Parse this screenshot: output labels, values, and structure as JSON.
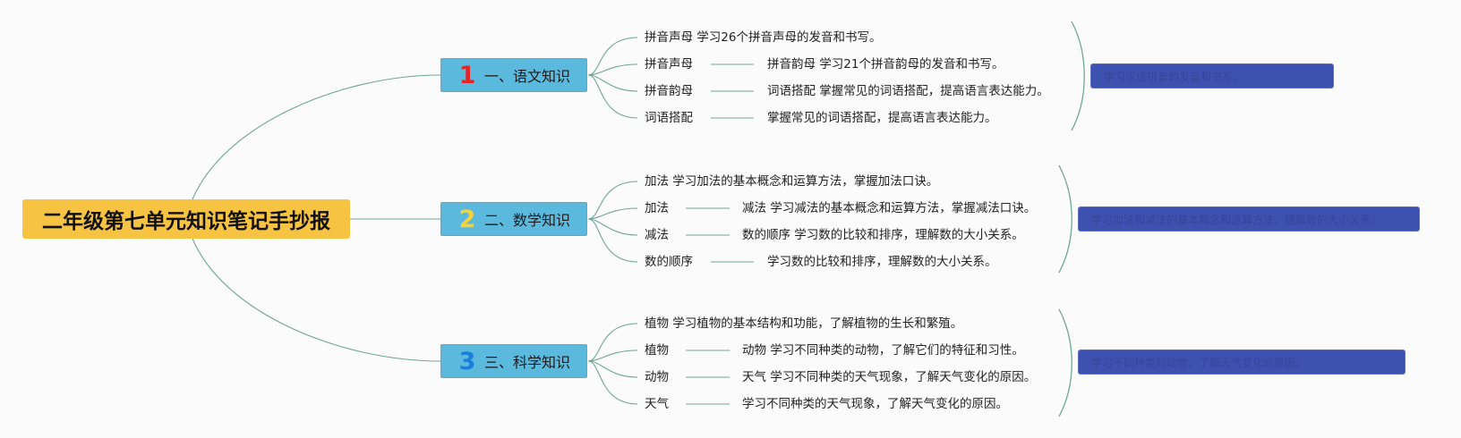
{
  "root": {
    "label": "二年级第七单元知识笔记手抄报"
  },
  "branches": [
    {
      "number": "1",
      "number_color": "#e0262b",
      "label": "一、语文知识",
      "items": [
        "拼音声母 学习26个拼音声母的发音和书写。",
        "拼音声母",
        "拼音韵母",
        "词语搭配"
      ],
      "details": [
        "拼音韵母 学习21个拼音韵母的发音和书写。",
        "词语搭配 掌握常见的词语搭配，提高语言表达能力。",
        "掌握常见的词语搭配，提高语言表达能力。"
      ],
      "summary": "学习汉语拼音的发音和书写。"
    },
    {
      "number": "2",
      "number_color": "#f3d33c",
      "label": "二、数学知识",
      "items": [
        "加法 学习加法的基本概念和运算方法，掌握加法口诀。",
        "加法",
        "减法",
        "数的顺序"
      ],
      "details": [
        "减法 学习减法的基本概念和运算方法，掌握减法口诀。",
        "数的顺序 学习数的比较和排序，理解数的大小关系。",
        "学习数的比较和排序，理解数的大小关系。"
      ],
      "summary": "学习加法和减法的基本概念和运算方法，理解数的大小关系。"
    },
    {
      "number": "3",
      "number_color": "#1a7fd6",
      "label": "三、科学知识",
      "items": [
        "植物 学习植物的基本结构和功能，了解植物的生长和繁殖。",
        "植物",
        "动物",
        "天气"
      ],
      "details": [
        "动物 学习不同种类的动物，了解它们的特征和习性。",
        "天气 学习不同种类的天气现象，了解天气变化的原因。",
        "学习不同种类的天气现象，了解天气变化的原因。"
      ],
      "summary": "学习不同种类的动物，了解天气变化的原因。"
    }
  ]
}
